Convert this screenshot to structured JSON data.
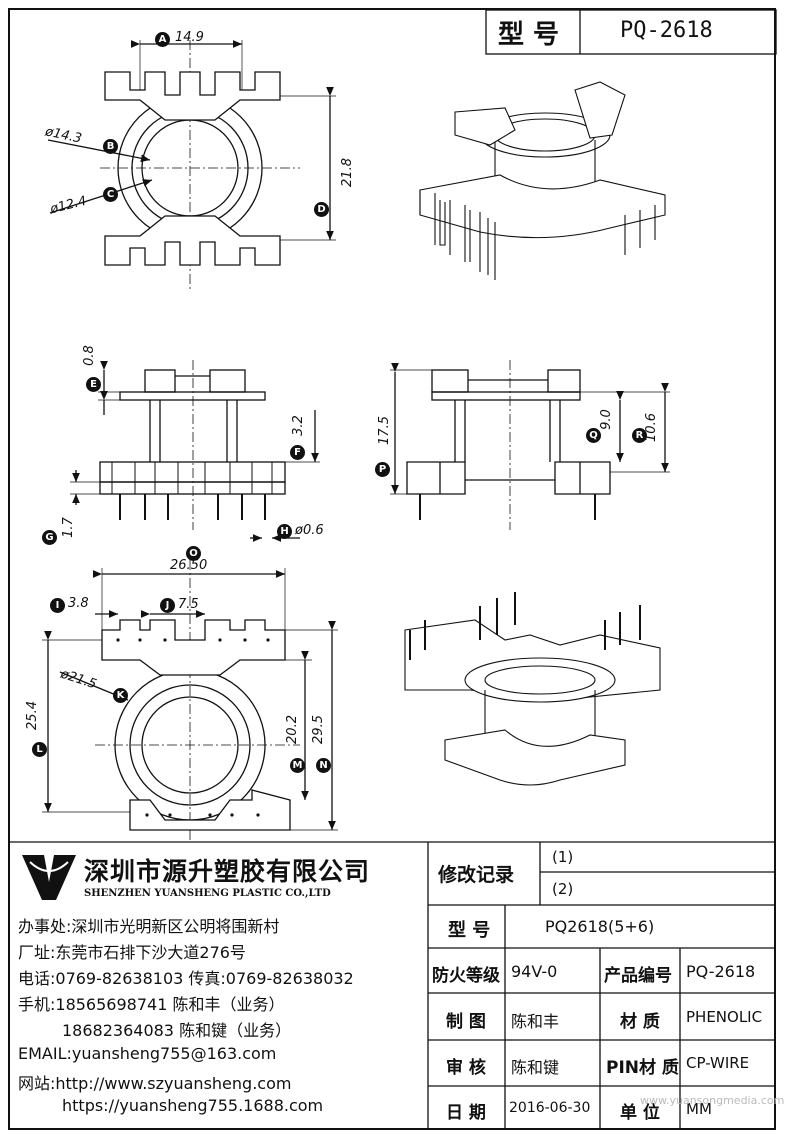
{
  "header": {
    "model_label": "型 号",
    "model_value": "PQ-2618"
  },
  "dimensions": {
    "A": {
      "letter": "A",
      "value": "14.9"
    },
    "B": {
      "letter": "B",
      "value": "ø14.3"
    },
    "C": {
      "letter": "C",
      "value": "ø12.4"
    },
    "D": {
      "letter": "D",
      "value": "21.8"
    },
    "E": {
      "letter": "E",
      "value": "0.8"
    },
    "F": {
      "letter": "F",
      "value": "3.2"
    },
    "G": {
      "letter": "G",
      "value": "1.7"
    },
    "H": {
      "letter": "H",
      "value": "ø0.6"
    },
    "P": {
      "letter": "P",
      "value": "17.5"
    },
    "Q": {
      "letter": "Q",
      "value": "9.0"
    },
    "R": {
      "letter": "R",
      "value": "10.6"
    },
    "O": {
      "letter": "O",
      "value": "26.50"
    },
    "I": {
      "letter": "I",
      "value": "3.8"
    },
    "J": {
      "letter": "J",
      "value": "7.5"
    },
    "K": {
      "letter": "K",
      "value": "ø21.5"
    },
    "L": {
      "letter": "L",
      "value": "25.4"
    },
    "M": {
      "letter": "M",
      "value": "20.2"
    },
    "N": {
      "letter": "N",
      "value": "29.5"
    }
  },
  "company": {
    "name_cn": "深圳市源升塑胶有限公司",
    "name_en": "SHENZHEN YUANSHENG PLASTIC CO.,LTD",
    "office": "办事处:深圳市光明新区公明将围新村",
    "factory": "厂址:东莞市石排下沙大道276号",
    "phone": "电话:0769-82638103 传真:0769-82638032",
    "mobile1": "手机:18565698741 陈和丰（业务）",
    "mobile2": "18682364083 陈和键（业务）",
    "email": "EMAIL:yuansheng755@163.com",
    "website_label": "网站:http://www.szyuansheng.com",
    "website2": "https://yuansheng755.1688.com"
  },
  "table": {
    "revision_label": "修改记录",
    "revision_1": "(1)",
    "revision_2": "(2)",
    "model_label": "型 号",
    "model_value": "PQ2618(5+6)",
    "fire_label": "防火等级",
    "fire_value": "94V-0",
    "product_no_label": "产品编号",
    "product_no_value": "PQ-2618",
    "drawn_label": "制 图",
    "drawn_value": "陈和丰",
    "material_label": "材 质",
    "material_value": "PHENOLIC",
    "review_label": "审 核",
    "review_value": "陈和键",
    "pin_label": "PIN材 质",
    "pin_value": "CP-WIRE",
    "date_label": "日 期",
    "date_value": "2016-06-30",
    "unit_label": "单 位",
    "unit_value": "MM"
  },
  "watermark": "www.yuansongmedia.com"
}
